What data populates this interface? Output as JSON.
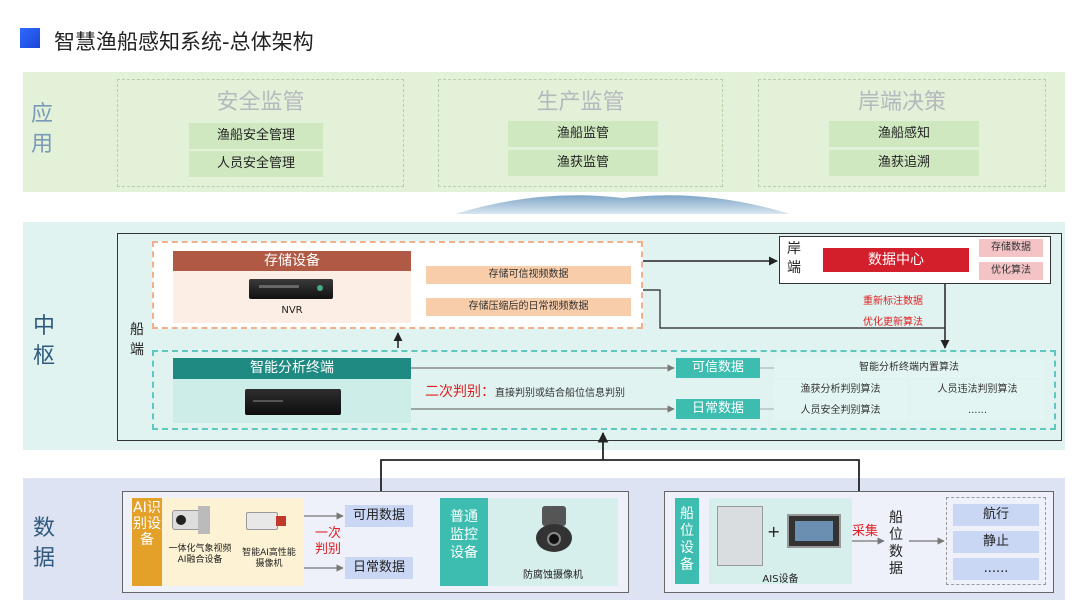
{
  "title": "智慧渔船感知系统-总体架构",
  "layers": {
    "app": "应用",
    "mid": "中枢",
    "data": "数据"
  },
  "app": {
    "groups": [
      {
        "title": "安全监管",
        "items": [
          "渔船安全管理",
          "人员安全管理"
        ]
      },
      {
        "title": "生产监管",
        "items": [
          "渔船监管",
          "渔获监管"
        ]
      },
      {
        "title": "岸端决策",
        "items": [
          "渔船感知",
          "渔获追溯"
        ]
      }
    ]
  },
  "mid": {
    "ship_label": "船端",
    "shore_label": "岸端",
    "data_center": "数据中心",
    "shore_tags": [
      "存储数据",
      "优化算法"
    ],
    "feedback": [
      "重新标注数据",
      "优化更新算法"
    ],
    "storage": {
      "title": "存储设备",
      "device": "NVR",
      "tags": [
        "存储可信视频数据",
        "存储压缩后的日常视频数据"
      ]
    },
    "analysis": {
      "title": "智能分析终端",
      "second_judge_label": "二次判别：",
      "second_judge_text": "直接判别或结合船位信息判别",
      "outputs": [
        "可信数据",
        "日常数据"
      ],
      "algo_header": "智能分析终端内置算法",
      "algos": [
        "渔获分析判别算法",
        "人员违法判别算法",
        "人员安全判别算法",
        "......"
      ]
    }
  },
  "data": {
    "ai_side": "AI识别设备",
    "ai_devices": [
      "一体化气象视频AI融合设备",
      "智能AI高性能摄像机"
    ],
    "first_judge": "一次判别",
    "outputs": [
      "可用数据",
      "日常数据"
    ],
    "normal_side": "普通监控设备",
    "normal_device": "防腐蚀摄像机",
    "pos_side": "船位设备",
    "ais_device": "AIS设备",
    "collect": "采集",
    "pos_data": "船位数据",
    "states": [
      "航行",
      "静止",
      "......"
    ]
  },
  "colors": {
    "accent_blue": "#2f6bff",
    "app_band": "#e4f1d9",
    "mid_band": "#e0f3f1",
    "data_band": "#dde3f2",
    "red": "#d21f2b",
    "teal": "#1f8a81",
    "orange": "#e4a12a"
  }
}
